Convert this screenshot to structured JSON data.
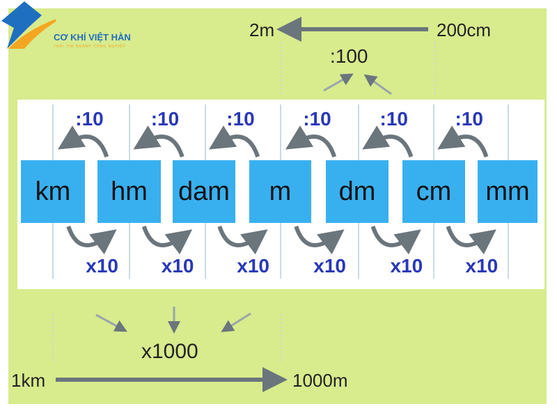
{
  "logo": {
    "title": "CƠ KHÍ VIỆT HÀN",
    "tagline": "TRÁI TIM NGÀNH CÔNG NGHIỆP"
  },
  "units": [
    "km",
    "hm",
    "dam",
    "m",
    "dm",
    "cm",
    "mm"
  ],
  "divide_labels": [
    ":10",
    ":10",
    ":10",
    ":10",
    ":10",
    ":10"
  ],
  "multiply_labels": [
    "x10",
    "x10",
    "x10",
    "x10",
    "x10",
    "x10"
  ],
  "top_example": {
    "from": "200cm",
    "to": "2m",
    "operation": ":100"
  },
  "bottom_example": {
    "from": "1km",
    "to": "1000m",
    "operation": "x1000"
  },
  "colors": {
    "background": "#d8eb8d",
    "unit_box": "#38b0f0",
    "operator_text": "#2838b8",
    "arrow": "#6b757c"
  }
}
